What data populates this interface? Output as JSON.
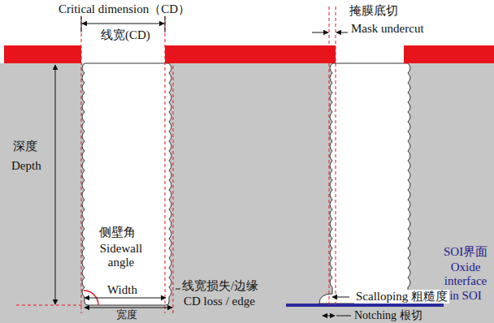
{
  "diagram": {
    "labels": [
      "Critical dimension（CD）",
      "线宽(CD)",
      "掩膜底切",
      "Mask undercut",
      "深度",
      "Depth",
      "侧壁角",
      "Sidewall angle",
      "Width",
      "宽度",
      "线宽损失/边缘",
      "CD loss / edge",
      "SOI界面",
      "Oxide interface in SOI",
      "Scalloping 粗糙度",
      "Notching 根切"
    ]
  }
}
